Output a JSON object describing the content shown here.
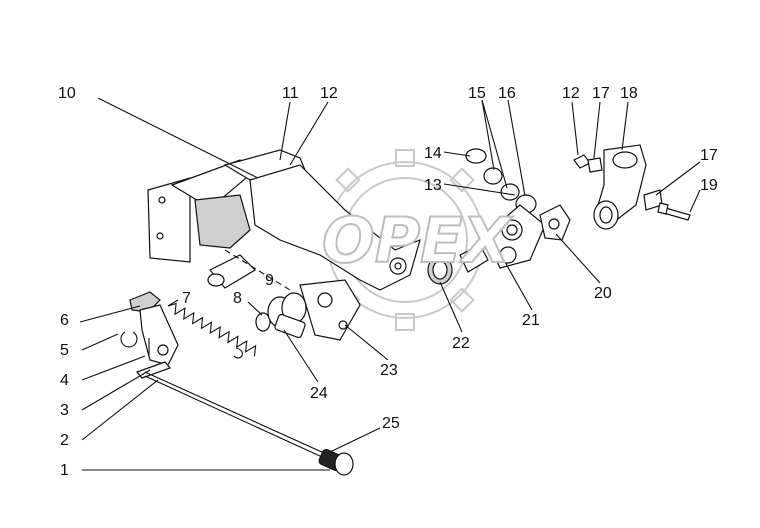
{
  "watermark": {
    "text": "OPEX"
  },
  "callouts": [
    "1",
    "2",
    "3",
    "4",
    "5",
    "6",
    "7",
    "8",
    "9",
    "10",
    "11",
    "12",
    "13",
    "14",
    "15",
    "16",
    "17",
    "18",
    "19",
    "20",
    "21",
    "22",
    "23",
    "24",
    "25"
  ],
  "callouts_extra": {
    "12b": "12",
    "17b": "17"
  }
}
